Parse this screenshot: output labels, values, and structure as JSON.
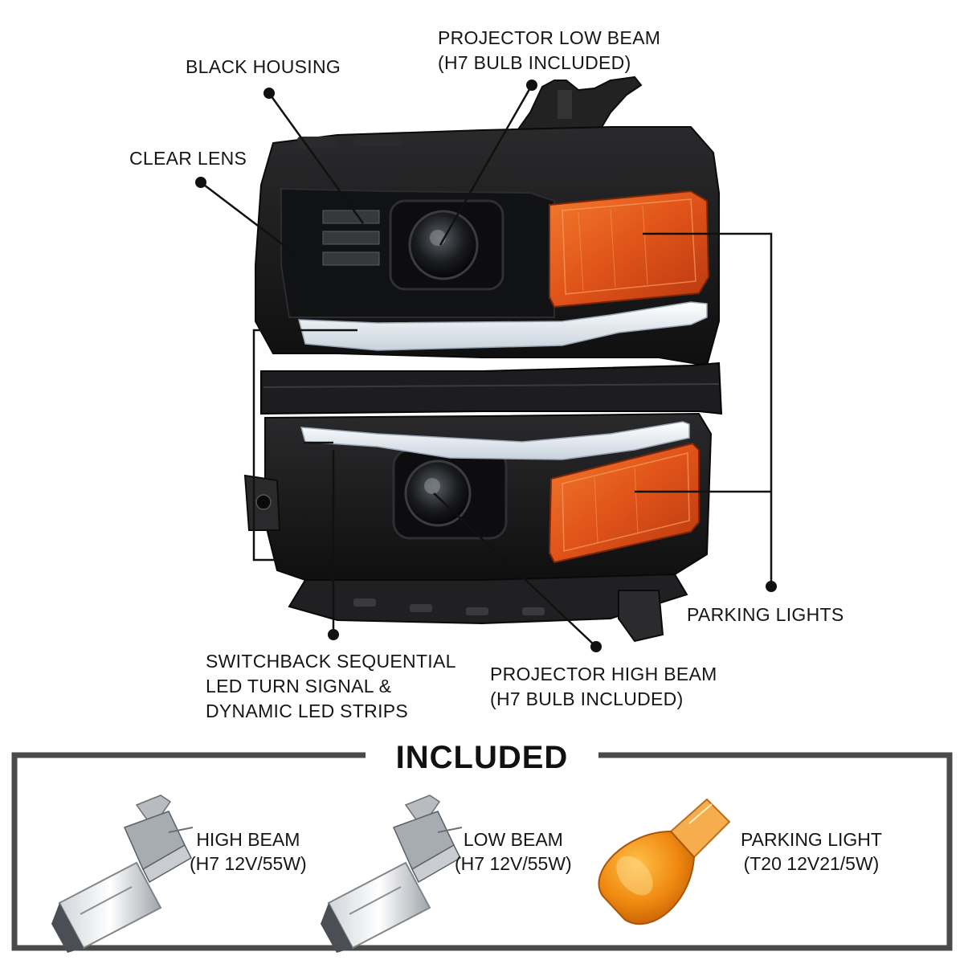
{
  "callouts": {
    "black_housing": "BLACK HOUSING",
    "clear_lens": "CLEAR LENS",
    "projector_low_beam": [
      "PROJECTOR LOW BEAM",
      "(H7 BULB INCLUDED)"
    ],
    "parking_lights": "PARKING LIGHTS",
    "switchback": [
      "SWITCHBACK SEQUENTIAL",
      "LED TURN SIGNAL &",
      "DYNAMIC LED STRIPS"
    ],
    "projector_high_beam": [
      "PROJECTOR HIGH BEAM",
      "(H7 BULB INCLUDED)"
    ]
  },
  "included": {
    "title": "INCLUDED",
    "items": [
      {
        "name": "HIGH BEAM",
        "spec": "(H7 12V/55W)",
        "icon": "h7-bulb-icon"
      },
      {
        "name": "LOW BEAM",
        "spec": "(H7 12V/55W)",
        "icon": "h7-bulb-icon"
      },
      {
        "name": "PARKING LIGHT",
        "spec": "(T20 12V21/5W)",
        "icon": "t20-amber-bulb-icon"
      }
    ]
  },
  "colors": {
    "housing": "#1b1b1d",
    "amber_lens": "#e0531a",
    "led_strip": "#eef3f8",
    "leader_line": "#111111",
    "box_border": "#4a4a4a"
  }
}
